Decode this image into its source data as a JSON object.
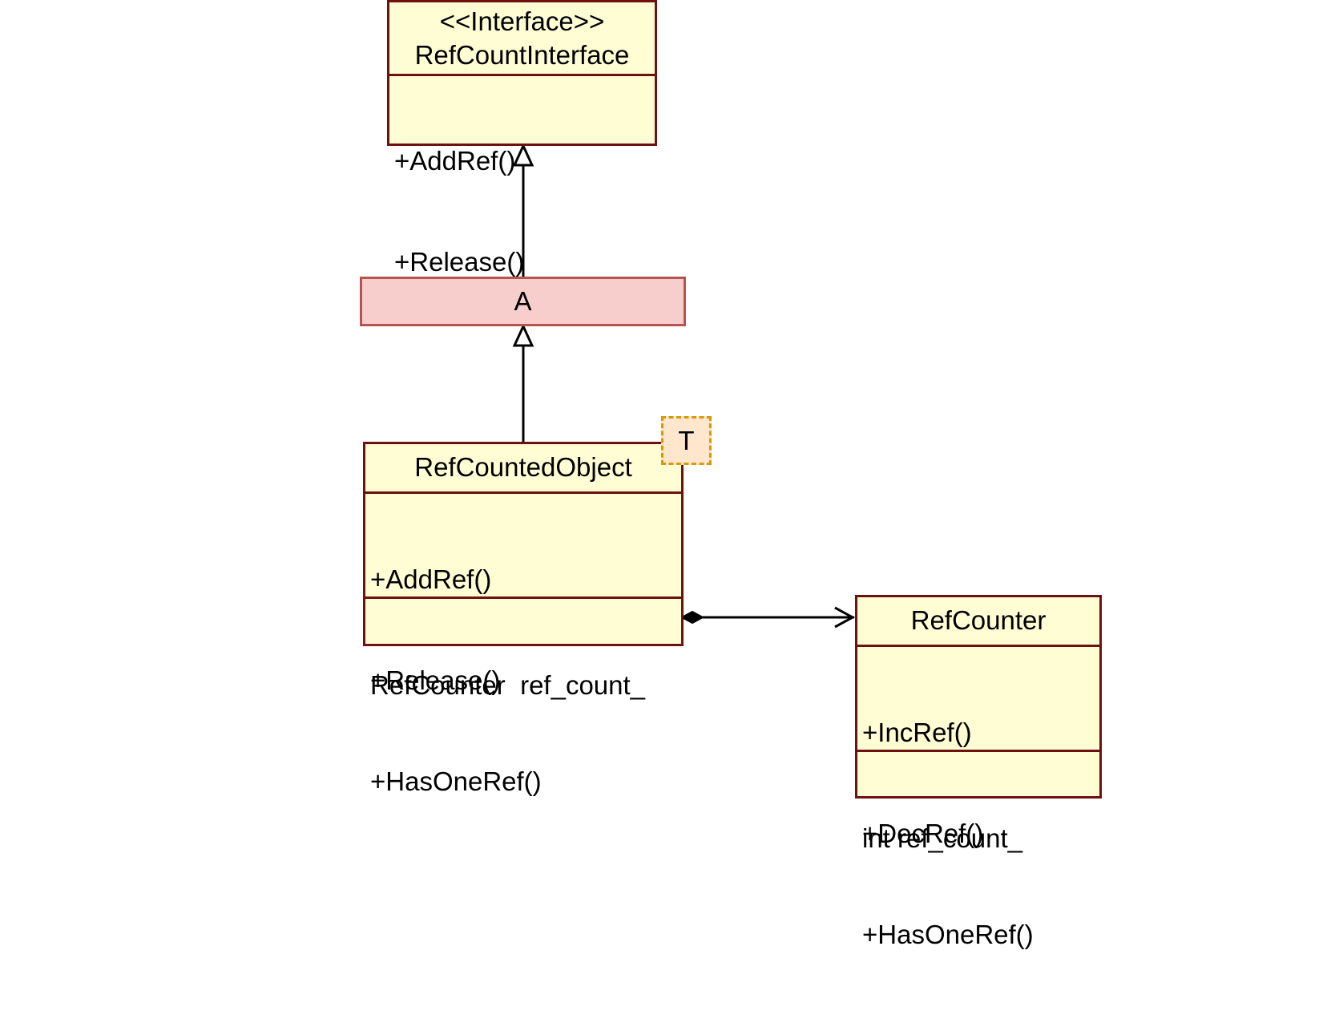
{
  "interface": {
    "stereotype": "<<Interface>>",
    "name": "RefCountInterface",
    "methods": [
      "+AddRef()",
      "+Release()"
    ]
  },
  "class_a": {
    "name": "A"
  },
  "ref_counted_object": {
    "name": "RefCountedObject",
    "template_param": "T",
    "methods": [
      "+AddRef()",
      "+Release()",
      "+HasOneRef()"
    ],
    "fields": [
      "RefCounter  ref_count_"
    ]
  },
  "ref_counter": {
    "name": "RefCounter",
    "methods": [
      "+IncRef()",
      "+DecRef()",
      "+HasOneRef()"
    ],
    "fields": [
      "int ref_count_"
    ]
  },
  "colors": {
    "class_fill": "#fffdd4",
    "class_border": "#6e1111",
    "highlight_fill": "#f8cecc",
    "highlight_border": "#b85450",
    "template_fill": "#ffe6cc",
    "template_border": "#d79b00"
  },
  "relations": [
    {
      "type": "generalization",
      "from": "A",
      "to": "RefCountInterface"
    },
    {
      "type": "generalization",
      "from": "RefCountedObject",
      "to": "A"
    },
    {
      "type": "composition",
      "from": "RefCountedObject",
      "to": "RefCounter"
    }
  ]
}
